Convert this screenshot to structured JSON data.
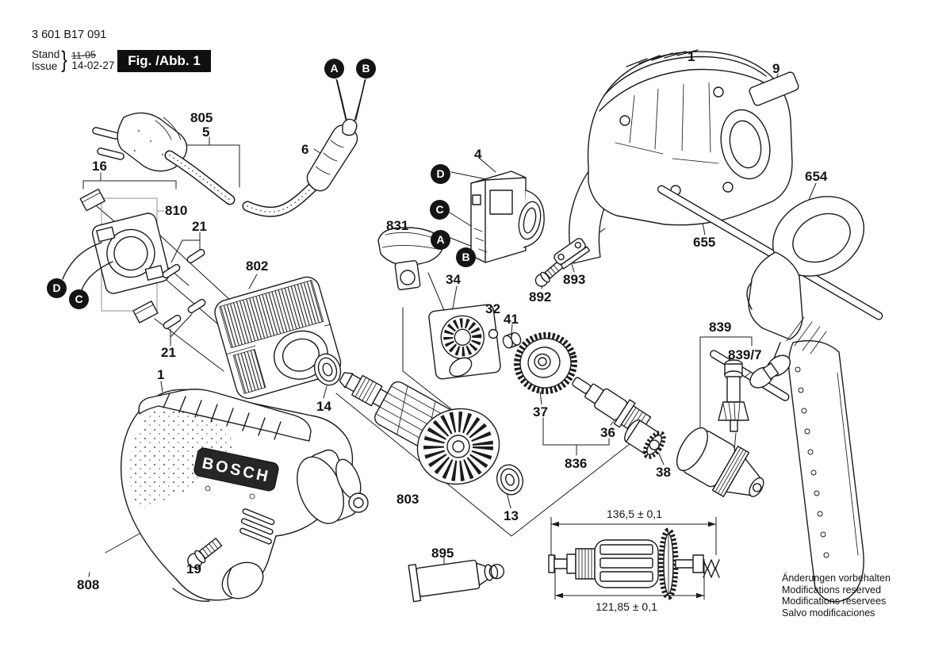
{
  "header": {
    "doc_number": "3 601 B17 091",
    "stand_label": "Stand",
    "issue_label": "Issue",
    "brace": "}",
    "superseded_date": "11-05",
    "issue_date": "14-02-27",
    "figure_label": "Fig. /Abb. 1"
  },
  "brand": "BOSCH",
  "labels": {
    "p1": "1",
    "p4": "4",
    "p5": "5",
    "p6": "6",
    "p9": "9",
    "p13": "13",
    "p14": "14",
    "p16": "16",
    "p19": "19",
    "p21": "21",
    "p32": "32",
    "p34": "34",
    "p36": "36",
    "p37": "37",
    "p38": "38",
    "p41": "41",
    "p654": "654",
    "p655": "655",
    "p802": "802",
    "p803": "803",
    "p805": "805",
    "p808": "808",
    "p810": "810",
    "p831": "831",
    "p836": "836",
    "p839": "839",
    "p839_7": "839/7",
    "p892": "892",
    "p893": "893",
    "p895": "895"
  },
  "callouts": {
    "a": "A",
    "b": "B",
    "c": "C",
    "d": "D"
  },
  "dimensions": {
    "overall_length": "136,5 ± 0,1",
    "core_length": "121,85 ± 0,1"
  },
  "notes": [
    "Änderungen vorbehalten",
    "Modifications reserved",
    "Modifications reservees",
    "Salvo modificaciones"
  ]
}
